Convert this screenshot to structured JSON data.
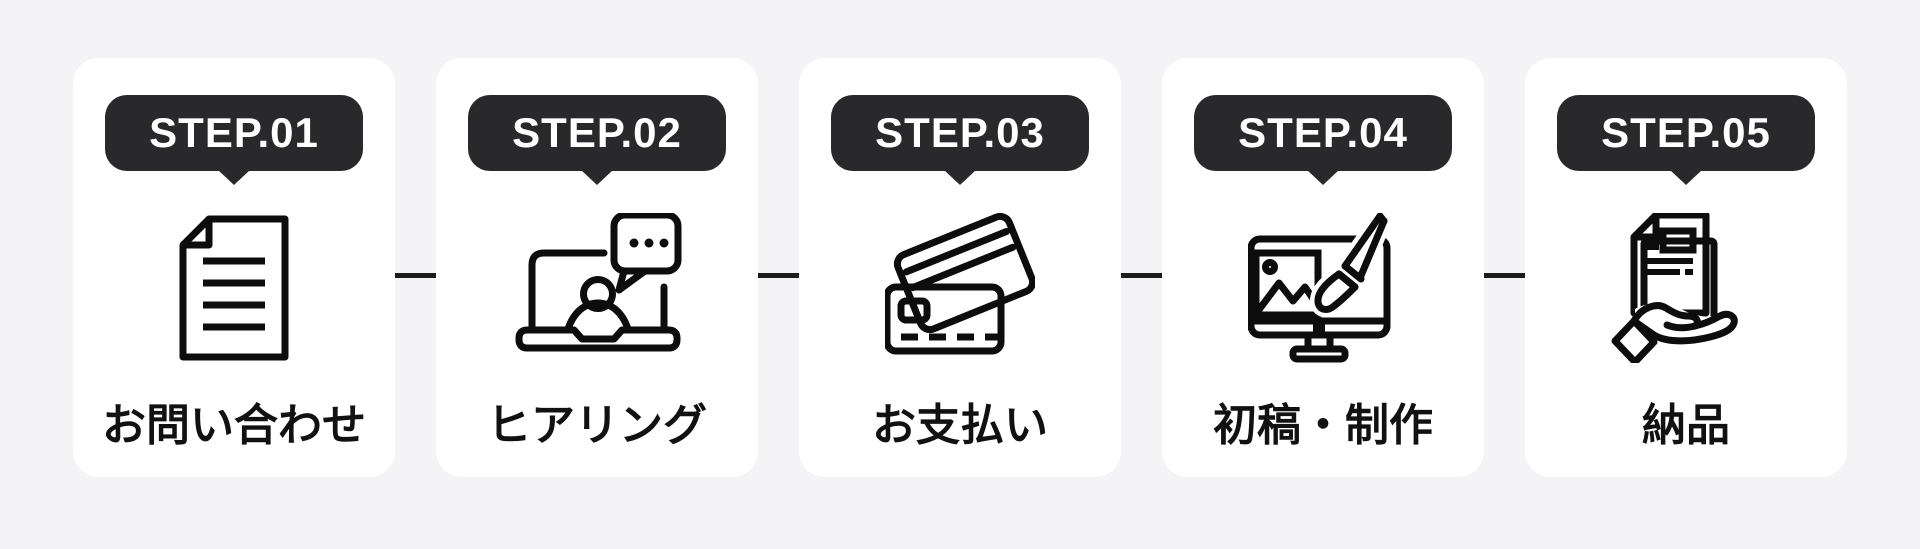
{
  "colors": {
    "background": "#f4f4f6",
    "card_background": "#ffffff",
    "badge_background": "#29292c",
    "badge_text": "#ffffff",
    "icon_ink": "#0d0d0d",
    "label_text": "#111111",
    "connector": "#1c1c1c"
  },
  "process": {
    "steps": [
      {
        "badge": "STEP.01",
        "label": "お問い合わせ",
        "icon": "document-icon"
      },
      {
        "badge": "STEP.02",
        "label": "ヒアリング",
        "icon": "laptop-video-chat-icon"
      },
      {
        "badge": "STEP.03",
        "label": "お支払い",
        "icon": "credit-cards-icon"
      },
      {
        "badge": "STEP.04",
        "label": "初稿・制作",
        "icon": "monitor-paintbrush-icon"
      },
      {
        "badge": "STEP.05",
        "label": "納品",
        "icon": "hand-holding-documents-icon"
      }
    ]
  }
}
